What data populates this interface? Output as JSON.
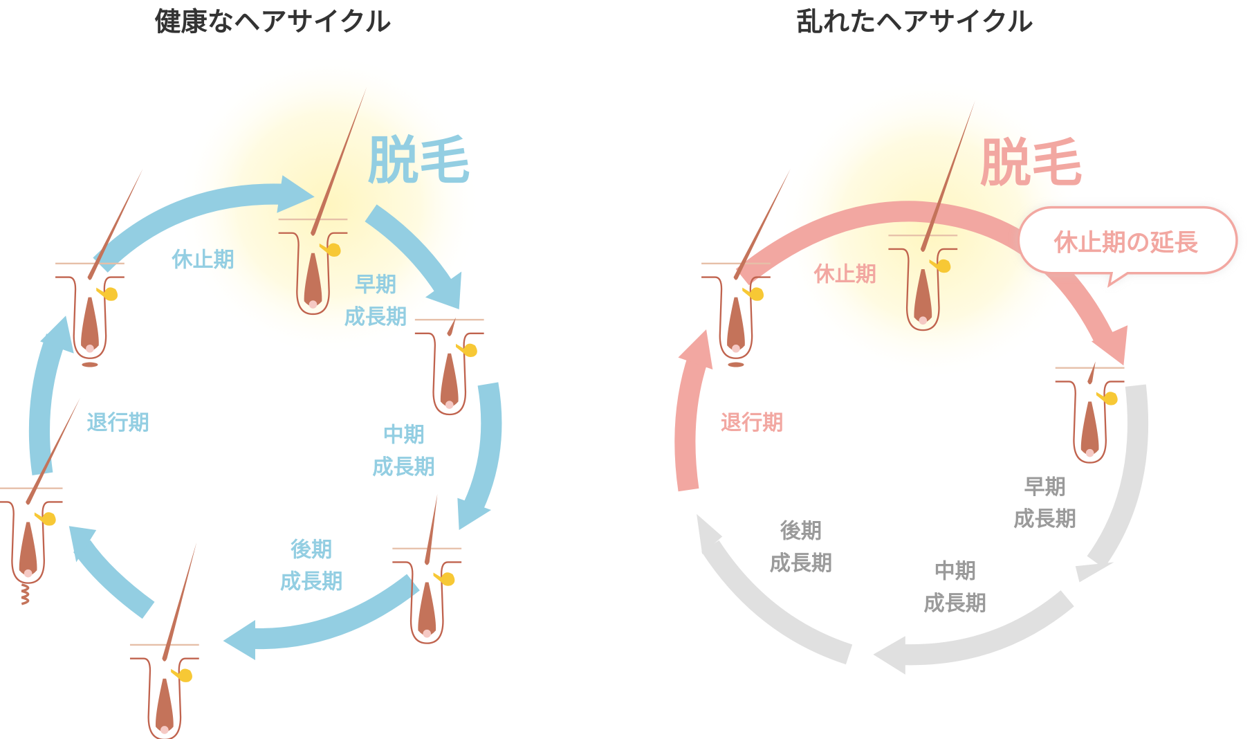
{
  "colors": {
    "healthy": "#93CEE2",
    "disturbed": "#F2A7A1",
    "inactive": "#E0E0E0",
    "inactive_text": "#9A9A9A",
    "hair": "#C4735A",
    "glow": "#FFF8CC"
  },
  "healthy": {
    "title": "健康なヘアサイクル",
    "shedding": "脱毛",
    "phases": {
      "telogen": "休止期",
      "early_l1": "早期",
      "early_l2": "成長期",
      "mid_l1": "中期",
      "mid_l2": "成長期",
      "late_l1": "後期",
      "late_l2": "成長期",
      "catagen": "退行期"
    }
  },
  "disturbed": {
    "title": "乱れたヘアサイクル",
    "shedding": "脱毛",
    "callout": "休止期の延長",
    "phases": {
      "telogen": "休止期",
      "catagen": "退行期",
      "early_l1": "早期",
      "early_l2": "成長期",
      "mid_l1": "中期",
      "mid_l2": "成長期",
      "late_l1": "後期",
      "late_l2": "成長期"
    }
  }
}
